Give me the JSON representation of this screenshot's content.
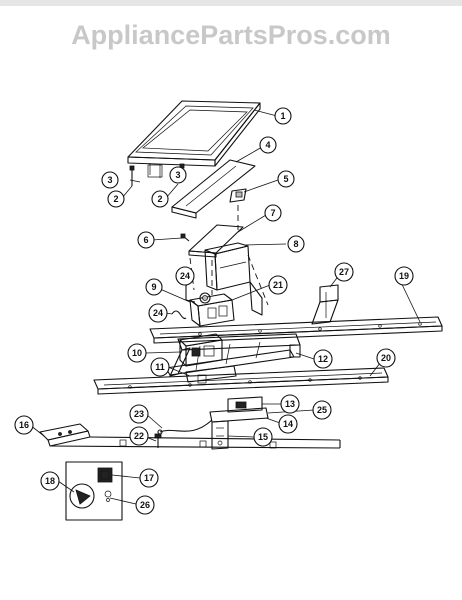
{
  "watermark": "AppliancePartsPros.com",
  "callouts": [
    {
      "id": "c1",
      "label": "1"
    },
    {
      "id": "c2a",
      "label": "2"
    },
    {
      "id": "c2b",
      "label": "2"
    },
    {
      "id": "c3a",
      "label": "3"
    },
    {
      "id": "c3b",
      "label": "3"
    },
    {
      "id": "c4",
      "label": "4"
    },
    {
      "id": "c5",
      "label": "5"
    },
    {
      "id": "c6",
      "label": "6"
    },
    {
      "id": "c7",
      "label": "7"
    },
    {
      "id": "c8",
      "label": "8"
    },
    {
      "id": "c9",
      "label": "9"
    },
    {
      "id": "c10",
      "label": "10"
    },
    {
      "id": "c11",
      "label": "11"
    },
    {
      "id": "c12",
      "label": "12"
    },
    {
      "id": "c13",
      "label": "13"
    },
    {
      "id": "c14",
      "label": "14"
    },
    {
      "id": "c15",
      "label": "15"
    },
    {
      "id": "c16",
      "label": "16"
    },
    {
      "id": "c17",
      "label": "17"
    },
    {
      "id": "c18",
      "label": "18"
    },
    {
      "id": "c19",
      "label": "19"
    },
    {
      "id": "c20",
      "label": "20"
    },
    {
      "id": "c21",
      "label": "21"
    },
    {
      "id": "c22",
      "label": "22"
    },
    {
      "id": "c23",
      "label": "23"
    },
    {
      "id": "c24a",
      "label": "24"
    },
    {
      "id": "c24b",
      "label": "24"
    },
    {
      "id": "c25",
      "label": "25"
    },
    {
      "id": "c26",
      "label": "26"
    },
    {
      "id": "c27",
      "label": "27"
    }
  ]
}
